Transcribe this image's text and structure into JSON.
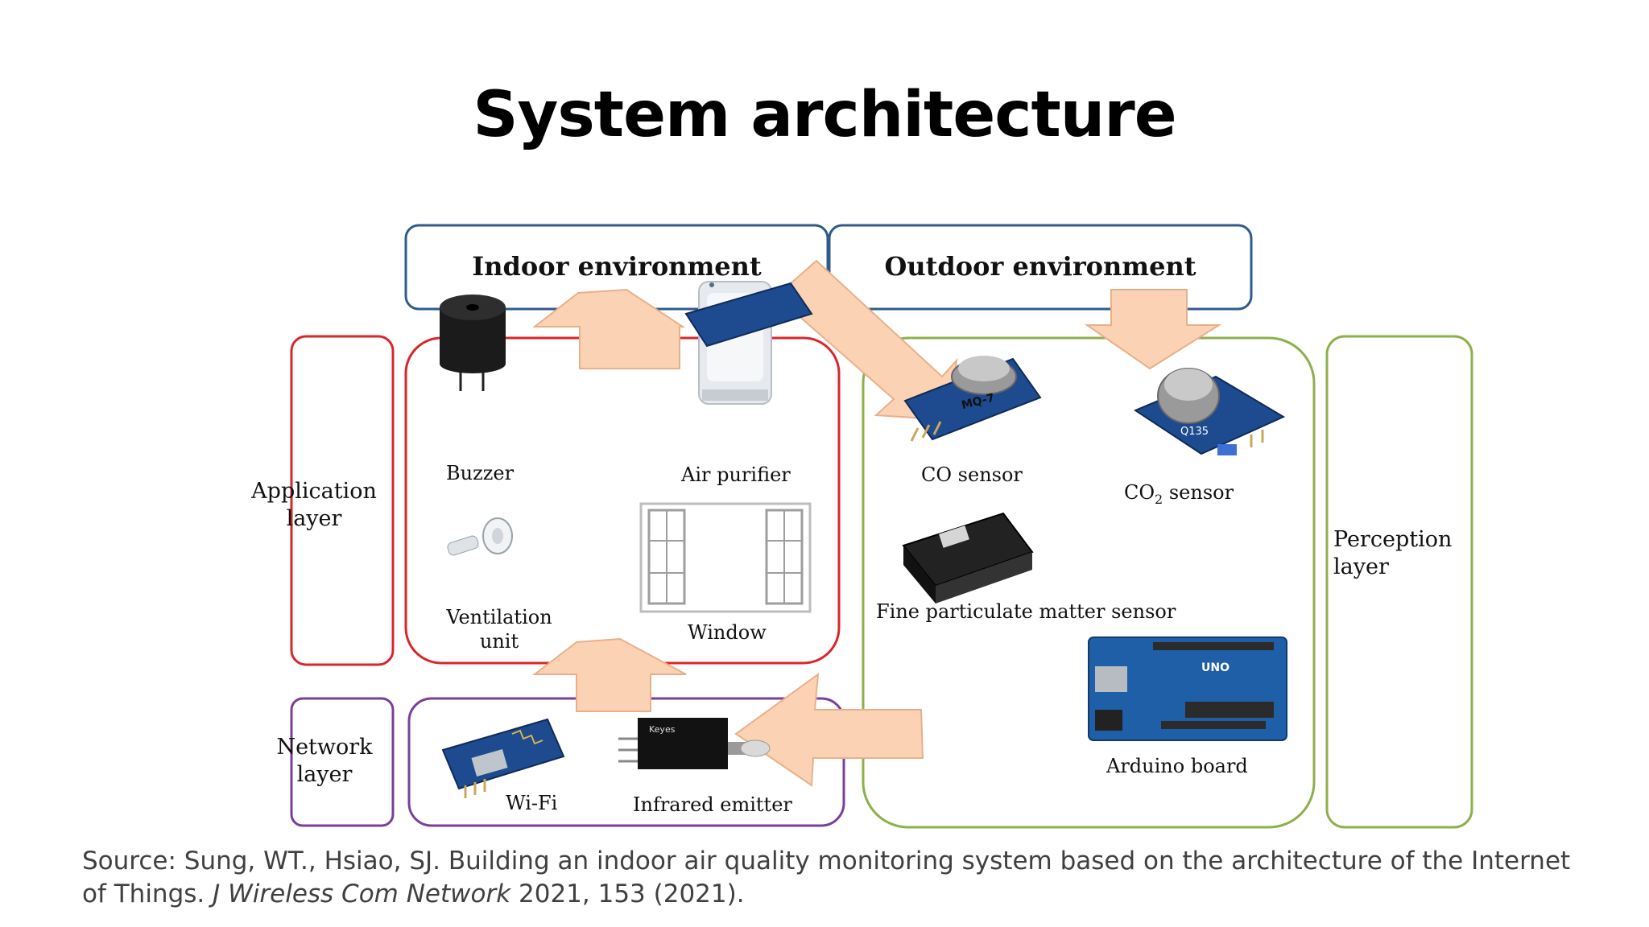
{
  "slide": {
    "title": "System architecture"
  },
  "diagram": {
    "environments": {
      "indoor": "Indoor environment",
      "outdoor": "Outdoor environment"
    },
    "layers": {
      "application_line1": "Application",
      "application_line2": "layer",
      "network_line1": "Network",
      "network_line2": "layer",
      "perception_line1": "Perception",
      "perception_line2": "layer"
    },
    "devices": {
      "buzzer": "Buzzer",
      "air_purifier": "Air purifier",
      "ventilation_line1": "Ventilation",
      "ventilation_line2": "unit",
      "window": "Window",
      "wifi": "Wi-Fi",
      "infrared": "Infrared emitter",
      "co_sensor": "CO sensor",
      "co2_prefix": "CO",
      "co2_sub": "2",
      "co2_suffix": " sensor",
      "pm_sensor": "Fine particulate matter sensor",
      "arduino": "Arduino board",
      "mq7_text": "MQ-7",
      "mq135_text": "Q135",
      "infrared_text": "Keyes",
      "arduino_badge": "UNO"
    },
    "colors": {
      "application": "#d9262b",
      "network": "#7a3f9a",
      "perception": "#8cb04a",
      "environment": "#2f5b8c",
      "arrow_fill": "#fbd2b4",
      "arrow_stroke": "#e8b08a"
    }
  },
  "source": {
    "prefix": "Source: Sung, WT., Hsiao, SJ. Building an indoor air quality monitoring system based on the architecture of the Internet of Things. ",
    "journal": "J Wireless Com Network",
    "suffix": " 2021, 153 (2021)."
  }
}
